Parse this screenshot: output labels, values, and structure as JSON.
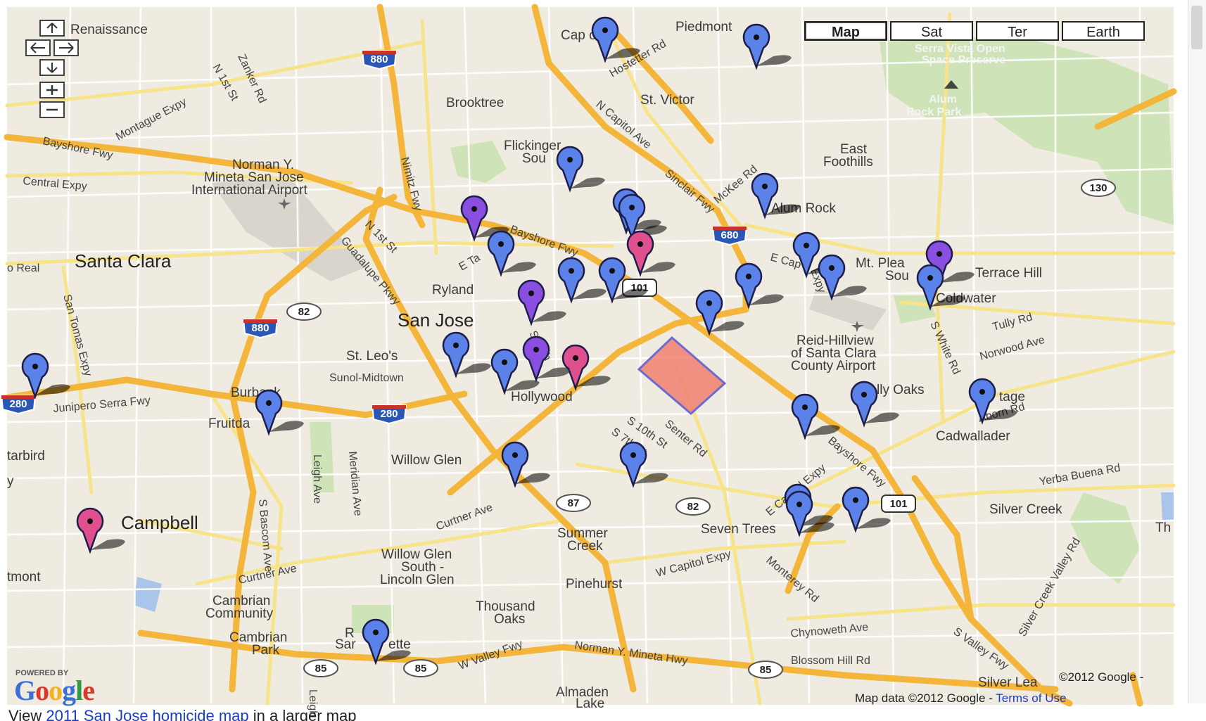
{
  "map_types": [
    {
      "label": "Map",
      "active": true
    },
    {
      "label": "Sat",
      "active": false
    },
    {
      "label": "Ter",
      "active": false
    },
    {
      "label": "Earth",
      "active": false
    }
  ],
  "controls": {
    "pan_up": "arrow-up-icon",
    "pan_left": "arrow-left-icon",
    "pan_right": "arrow-right-icon",
    "pan_down": "arrow-down-icon",
    "zoom_in": "plus-icon",
    "zoom_out": "minus-icon"
  },
  "place_labels": {
    "renaissance": "Renaissance",
    "capitol_wood": "Cap   ood",
    "piedmont": "Piedmont",
    "brooktree": "Brooktree",
    "st_victor": "St. Victor",
    "serra_vista": "Serra Vista Open",
    "space_preserve": "Space Preserve",
    "alum_rock_park_1": "Alum",
    "alum_rock_park_2": "Rock Park",
    "flickinger": "Flickinger",
    "flickinger_2": "Sou",
    "east_foothills_1": "East",
    "east_foothills_2": "Foothills",
    "norman_y_1": "Norman Y.",
    "norman_y_2": "Mineta San Jose",
    "norman_y_3": "International Airport",
    "alum_rock": "Alum Rock",
    "santa_clara": "Santa Clara",
    "mt_pleasant": "Mt. Plea",
    "mt_pleasant_2": "Sou",
    "terrace_hill": "Terrace Hill",
    "ryland": "Ryland",
    "coldwater": "Coldwater",
    "san_jose": "San Jose",
    "reid_1": "Reid-Hillview",
    "reid_2": "of Santa Clara",
    "reid_3": "County Airport",
    "st_leos": "St. Leo's",
    "sunol": "Sunol-Midtown",
    "hollywood": "Hollywood",
    "holly_oaks": "lly Oaks",
    "eritage": "tage",
    "burbank": "Burbank",
    "fruitdale": "Fruitda",
    "cadwallader": "Cadwallader",
    "starbird": "tarbird",
    "willow_glen": "Willow Glen",
    "silver_creek": "Silver Creek",
    "campbell": "Campbell",
    "summer_creek_1": "Summer",
    "summer_creek_2": "Creek",
    "seven_trees": "Seven Trees",
    "tmont": "tmont",
    "wg_south_1": "Willow Glen",
    "wg_south_2": "South -",
    "wg_south_3": "Lincoln Glen",
    "pinehurst": "Pinehurst",
    "cambrian_1": "Cambrian",
    "cambrian_2": "Community",
    "thousand_1": "Thousand",
    "thousand_2": "Oaks",
    "cambrian_park_1": "Cambrian",
    "cambrian_park_2": "Park",
    "sar_1": "R",
    "sar_2": "Sar",
    "sar_3": "ette",
    "almaden_1": "Almaden",
    "almaden_2": "Lake",
    "silver_leaf": "Silver Lea",
    "th": "Th",
    "el_real": "o Real",
    "y_left": "y"
  },
  "road_labels": {
    "n1st": "N 1st St",
    "zanker": "Zanker Rd",
    "montague": "Montague Expy",
    "bayshore_left": "Bayshore Fwy",
    "central": "Central Expy",
    "nimitz": "Nimitz Fwy",
    "n_capitol": "N Capitol Ave",
    "hostetter": "Hostetter Rd",
    "sinclair": "Sinclair Fwy",
    "mckee": "McKee Rd",
    "guadalupe": "Guadalupe Pkwy",
    "n1st_2": "N 1st St",
    "bayshore_mid": "Bayshore Fwy",
    "e_taylor": "E Ta",
    "s_10th": "S 10th",
    "tully": "Tully Rd",
    "norwood": "Norwood Ave",
    "s_white": "S White Rd",
    "e_cap_expy": "E Cap",
    "expy": "Expy",
    "san_tomas": "San Tomas Expy",
    "junipero": "Junipero Serra Fwy",
    "s_10th_2": "S 10th St",
    "s_7th": "S 7th St",
    "senter": "Senter Rd",
    "bayshore_low": "Bayshore Fwy",
    "aborn": "Aborn Rd",
    "yerba": "Yerba Buena Rd",
    "leigh": "Leigh Ave",
    "meridian": "Meridian Ave",
    "s_bascom": "S Bascom Ave",
    "curtner": "Curtner Ave",
    "e_capitol_expy": "E Capitol Expy",
    "w_capitol": "W Capitol Expy",
    "monterey": "Monterey Rd",
    "curtner_2": "Curtner Ave",
    "chynoweth": "Chynoweth Ave",
    "norman_hwy": "Norman Y. Mineta Hwy",
    "w_valley": "W Valley Fwy",
    "blossom": "Blossom Hill Rd",
    "s_valley": "S Valley Fwy",
    "silver_creek_valley": "Silver Creek Valley Rd",
    "leigh_2": "Leigh"
  },
  "shields": {
    "i880_top": "880",
    "i680": "680",
    "us101_mid": "101",
    "ca130": "130",
    "ca82_mid": "82",
    "i880_mid": "880",
    "i280_left": "280",
    "i280_mid": "280",
    "ca87": "87",
    "ca82_low": "82",
    "us101_low": "101",
    "ca85_a": "85",
    "ca85_b": "85",
    "ca85_c": "85"
  },
  "markers": [
    {
      "color": "blue"
    },
    {
      "color": "blue"
    },
    {
      "color": "blue"
    },
    {
      "color": "blue"
    },
    {
      "color": "purple"
    },
    {
      "color": "blue"
    },
    {
      "color": "blue"
    },
    {
      "color": "pink"
    },
    {
      "color": "blue"
    },
    {
      "color": "blue"
    },
    {
      "color": "blue"
    },
    {
      "color": "blue"
    },
    {
      "color": "blue"
    },
    {
      "color": "purple"
    },
    {
      "color": "blue"
    },
    {
      "color": "purple"
    },
    {
      "color": "blue"
    },
    {
      "color": "blue"
    },
    {
      "color": "blue"
    },
    {
      "color": "blue"
    },
    {
      "color": "purple"
    },
    {
      "color": "pink"
    },
    {
      "color": "blue"
    },
    {
      "color": "blue"
    },
    {
      "color": "blue"
    },
    {
      "color": "blue"
    },
    {
      "color": "blue"
    },
    {
      "color": "blue"
    },
    {
      "color": "blue"
    },
    {
      "color": "blue"
    },
    {
      "color": "blue"
    },
    {
      "color": "blue"
    },
    {
      "color": "pink"
    },
    {
      "color": "blue"
    }
  ],
  "marker_colors": {
    "blue": "#5b82e8",
    "purple": "#8a4fe0",
    "pink": "#e0508f"
  },
  "highlight_area_color": "#f08070",
  "caption": {
    "prefix": "View ",
    "link": "2011 San Jose homicide map",
    "suffix": " in a larger map"
  },
  "branding": {
    "powered_by": "POWERED BY",
    "logo": "Google"
  },
  "copyright": {
    "line1": "©2012 Google -",
    "line2_prefix": "Map data ©2012 Google - ",
    "line2_link": "Terms of Use"
  }
}
